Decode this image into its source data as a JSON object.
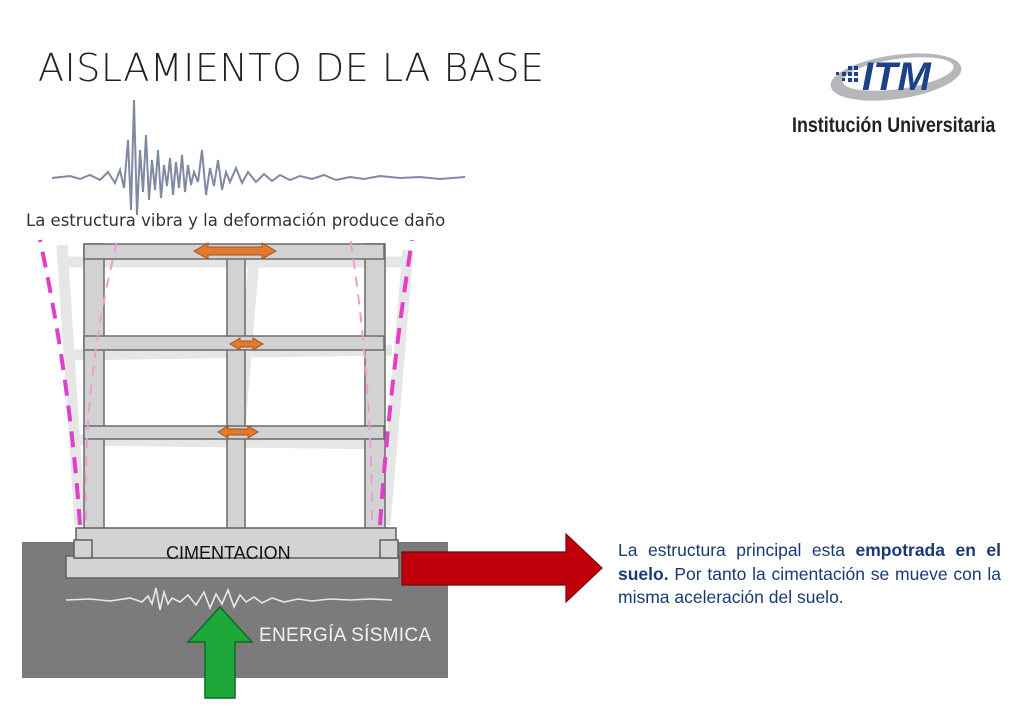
{
  "title": "AISLAMIENTO DE LA BASE",
  "logo": {
    "mark": "ITM",
    "subtitle": "Institución Universitaria",
    "icon": "itm-logo-icon"
  },
  "diagram": {
    "caption_top": "La estructura vibra y la deformación produce daño",
    "foundation_label": "CIMENTACION",
    "energy_label": "ENERGÍA SÍSMICA"
  },
  "description": {
    "part1": "La estructura principal esta ",
    "bold1": "empotrada en el suelo.",
    "part2": " Por tanto la cimentación se mueve con la misma aceleración del suelo."
  },
  "colors": {
    "dashed_outline": "#e040c8",
    "force_arrow": "#c0000a",
    "energy_arrow": "#1fa83a",
    "orange_arrow": "#e07a2e",
    "ground": "#7b7b7b",
    "text_description": "#1b3a73"
  }
}
